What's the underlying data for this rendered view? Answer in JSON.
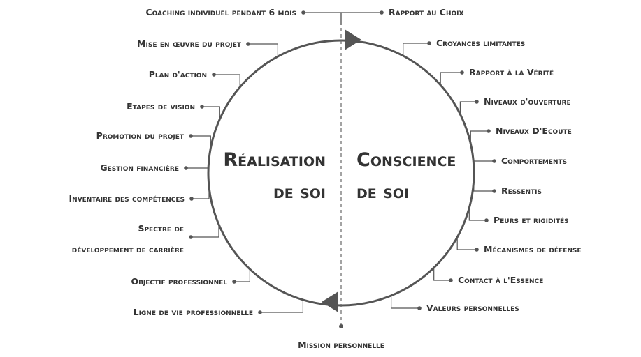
{
  "diagram": {
    "left_title": [
      "Réalisation",
      "de soi"
    ],
    "right_title": [
      "Conscience",
      "de soi"
    ],
    "bottom_label": "Mission personnelle",
    "left_items": [
      [
        "Coaching individuel pendant 6 mois"
      ],
      [
        "Mise en œuvre du projet"
      ],
      [
        "Plan d'action"
      ],
      [
        "Etapes de vision"
      ],
      [
        "Promotion du projet"
      ],
      [
        "Gestion financière"
      ],
      [
        "Inventaire des compétences"
      ],
      [
        "Spectre de",
        "développement de carrière"
      ],
      [
        "Objectif professionnel"
      ],
      [
        "Ligne de vie professionnelle"
      ]
    ],
    "right_items": [
      [
        "Rapport au Choix"
      ],
      [
        "Croyances limitantes"
      ],
      [
        "Rapport à la Vérité"
      ],
      [
        "Niveaux d'ouverture"
      ],
      [
        "Niveaux D'Ecoute"
      ],
      [
        "Comportements"
      ],
      [
        "Ressentis"
      ],
      [
        "Peurs et rigidités"
      ],
      [
        "Mécanismes de défense"
      ],
      [
        "Contact à l'Essence"
      ],
      [
        "Valeurs personnelles"
      ]
    ],
    "colors": {
      "stroke": "#555555",
      "text": "#333333",
      "arrow": "#555555"
    }
  }
}
